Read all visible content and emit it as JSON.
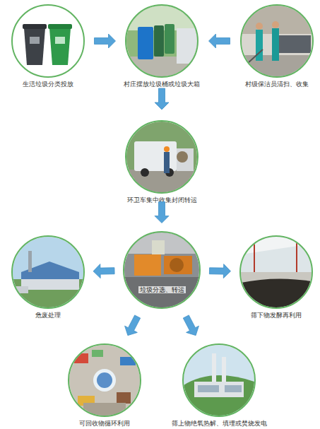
{
  "diagram": {
    "nodes": [
      {
        "text": [
          "生活垃圾分类投放"
        ]
      },
      {
        "text": [
          "村庄摆放垃圾桶或垃圾大箱"
        ]
      },
      {
        "text": [
          "村级保洁员清扫、收集"
        ]
      },
      {
        "text": [
          "环卫车集中收集封闭转运"
        ]
      },
      {
        "text": [
          "危废处理"
        ]
      },
      {
        "text": [
          "垃圾分选、转运"
        ]
      },
      {
        "text": [
          "筛下物发酵再利用"
        ]
      },
      {
        "text": [
          "可回收物循环利用"
        ]
      },
      {
        "text": [
          "筛上物绝氧热解、填埋或焚烧发电"
        ]
      }
    ],
    "edges": [
      {
        "from": 0,
        "to": 1,
        "arrow": "to"
      },
      {
        "from": 2,
        "to": 1,
        "arrow": "to"
      },
      {
        "from": 1,
        "to": 3,
        "arrow": "to"
      },
      {
        "from": 3,
        "to": 5,
        "arrow": "to"
      },
      {
        "from": 5,
        "to": 4,
        "arrow": "to"
      },
      {
        "from": 5,
        "to": 6,
        "arrow": "to"
      },
      {
        "from": 5,
        "to": 7,
        "arrow": "to"
      },
      {
        "from": 5,
        "to": 8,
        "arrow": "to"
      }
    ]
  }
}
